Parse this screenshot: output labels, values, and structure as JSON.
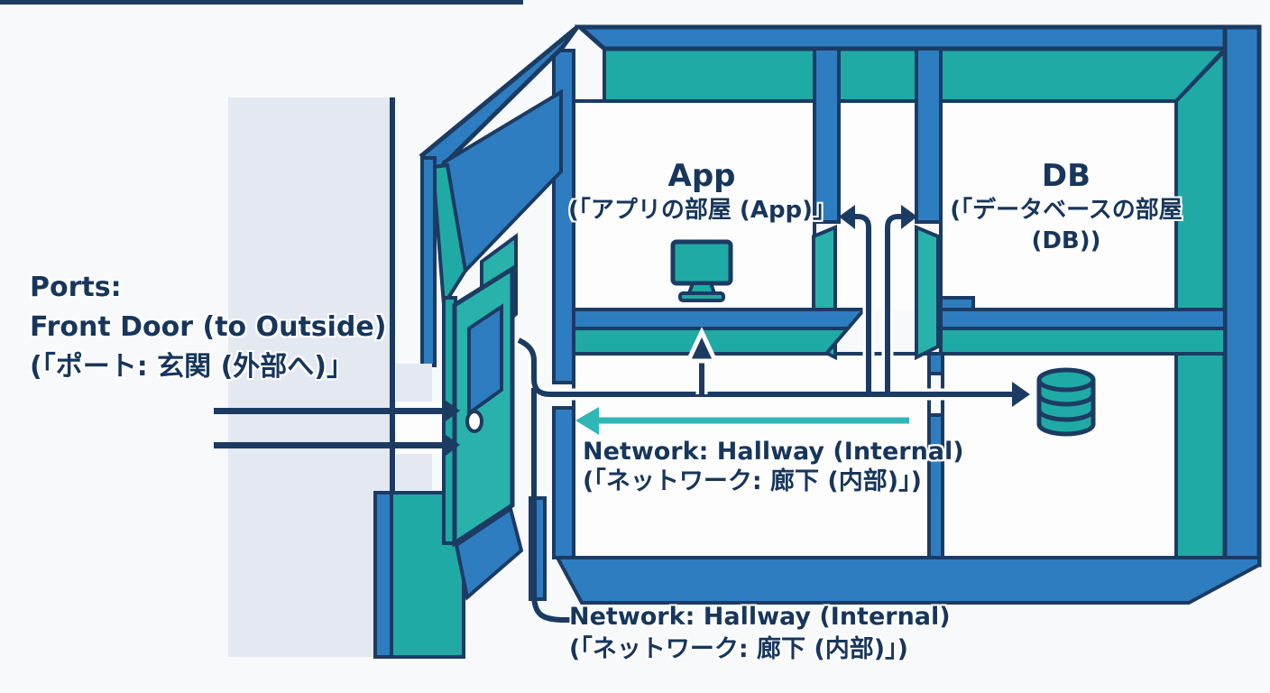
{
  "diagram": {
    "colors": {
      "outline_navy": "#1C3B63",
      "wall_blue": "#2E7DC0",
      "wall_teal": "#1FAAA5",
      "hallway_arrow_teal": "#2FB7B7",
      "outside_gray": "#E3E8F1",
      "room_white": "#FDFDFE",
      "text_navy": "#17365C"
    },
    "labels": {
      "ports": {
        "line1": "Ports:",
        "line2": "Front Door (to Outside)",
        "line3": "(「ポート: 玄関 (外部へ)」"
      },
      "app_room": {
        "title": "App",
        "subtitle": "(「アプリの部屋 (App)」"
      },
      "db_room": {
        "title": "DB",
        "subtitle": "(「データベースの部屋",
        "subtitle2": "(DB))"
      },
      "hallway": {
        "line1": "Network: Hallway (Internal)",
        "line2": "(「ネットワーク: 廊下 (内部)」)"
      },
      "hallway_callout": {
        "line1": "Network: Hallway (Internal)",
        "line2": "(「ネットワーク: 廊下 (内部)」)"
      }
    },
    "icons": {
      "monitor": "app-computer-icon",
      "database": "db-cylinder-icon"
    }
  }
}
